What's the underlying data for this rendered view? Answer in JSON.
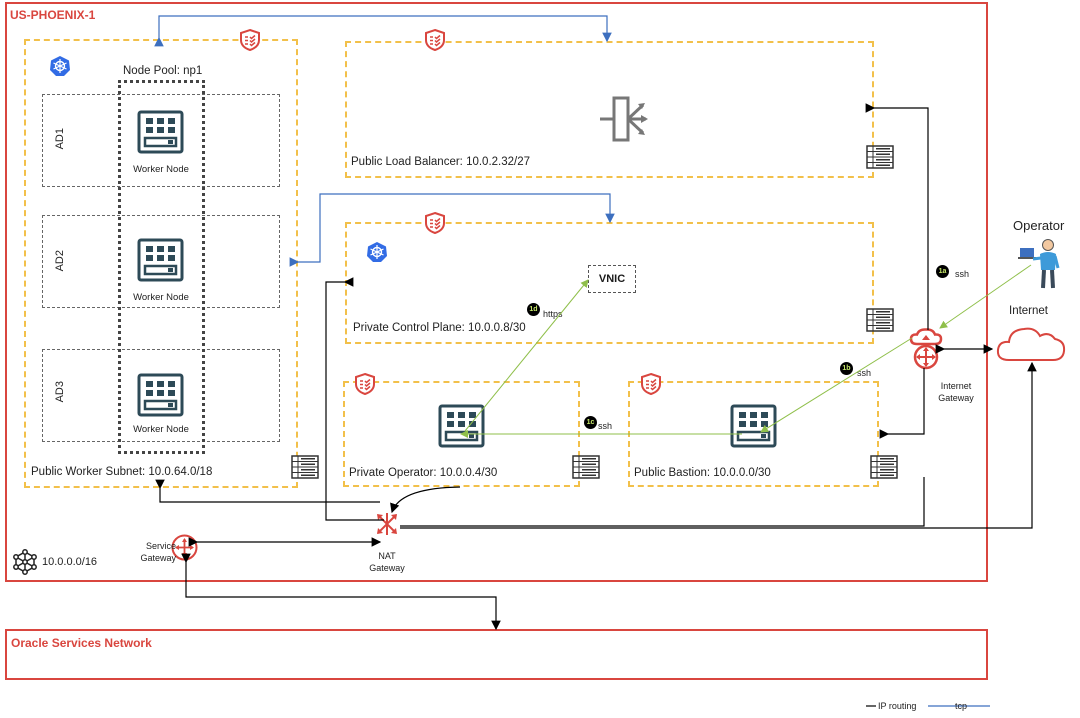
{
  "region": {
    "title": "US-PHOENIX-1"
  },
  "vcn": {
    "cidr": "10.0.0.0/16"
  },
  "worker_subnet": {
    "label": "Public Worker Subnet: 10.0.64.0/18",
    "node_pool": "Node Pool: np1",
    "ads": [
      {
        "ad": "AD1",
        "node": "Worker Node"
      },
      {
        "ad": "AD2",
        "node": "Worker Node"
      },
      {
        "ad": "AD3",
        "node": "Worker Node"
      }
    ]
  },
  "load_balancer": {
    "label": "Public Load Balancer: 10.0.2.32/27"
  },
  "control_plane": {
    "label": "Private Control Plane: 10.0.0.8/30",
    "vnic": "VNIC"
  },
  "operator_subnet": {
    "label": "Private Operator: 10.0.0.4/30"
  },
  "bastion_subnet": {
    "label": "Public Bastion: 10.0.0.0/30"
  },
  "gateways": {
    "internet_line1": "Internet",
    "internet_line2": "Gateway",
    "nat_line1": "NAT",
    "nat_line2": "Gateway",
    "service_line1": "Service",
    "service_line2": "Gateway"
  },
  "internet": {
    "label": "Internet"
  },
  "operator": {
    "label": "Operator"
  },
  "flows": [
    {
      "id": "1a",
      "proto": "ssh"
    },
    {
      "id": "1b",
      "proto": "ssh"
    },
    {
      "id": "1c",
      "proto": "ssh"
    },
    {
      "id": "1d",
      "proto": "https"
    }
  ],
  "osn": {
    "title": "Oracle Services Network"
  },
  "legend": {
    "ip_routing": "IP routing",
    "tcp": "tcp"
  },
  "colors": {
    "region": "#d9463f",
    "subnet": "#f2c04a",
    "flow": "#8fbf4a",
    "tcp": "#3d6fbf",
    "routing": "#000000"
  }
}
